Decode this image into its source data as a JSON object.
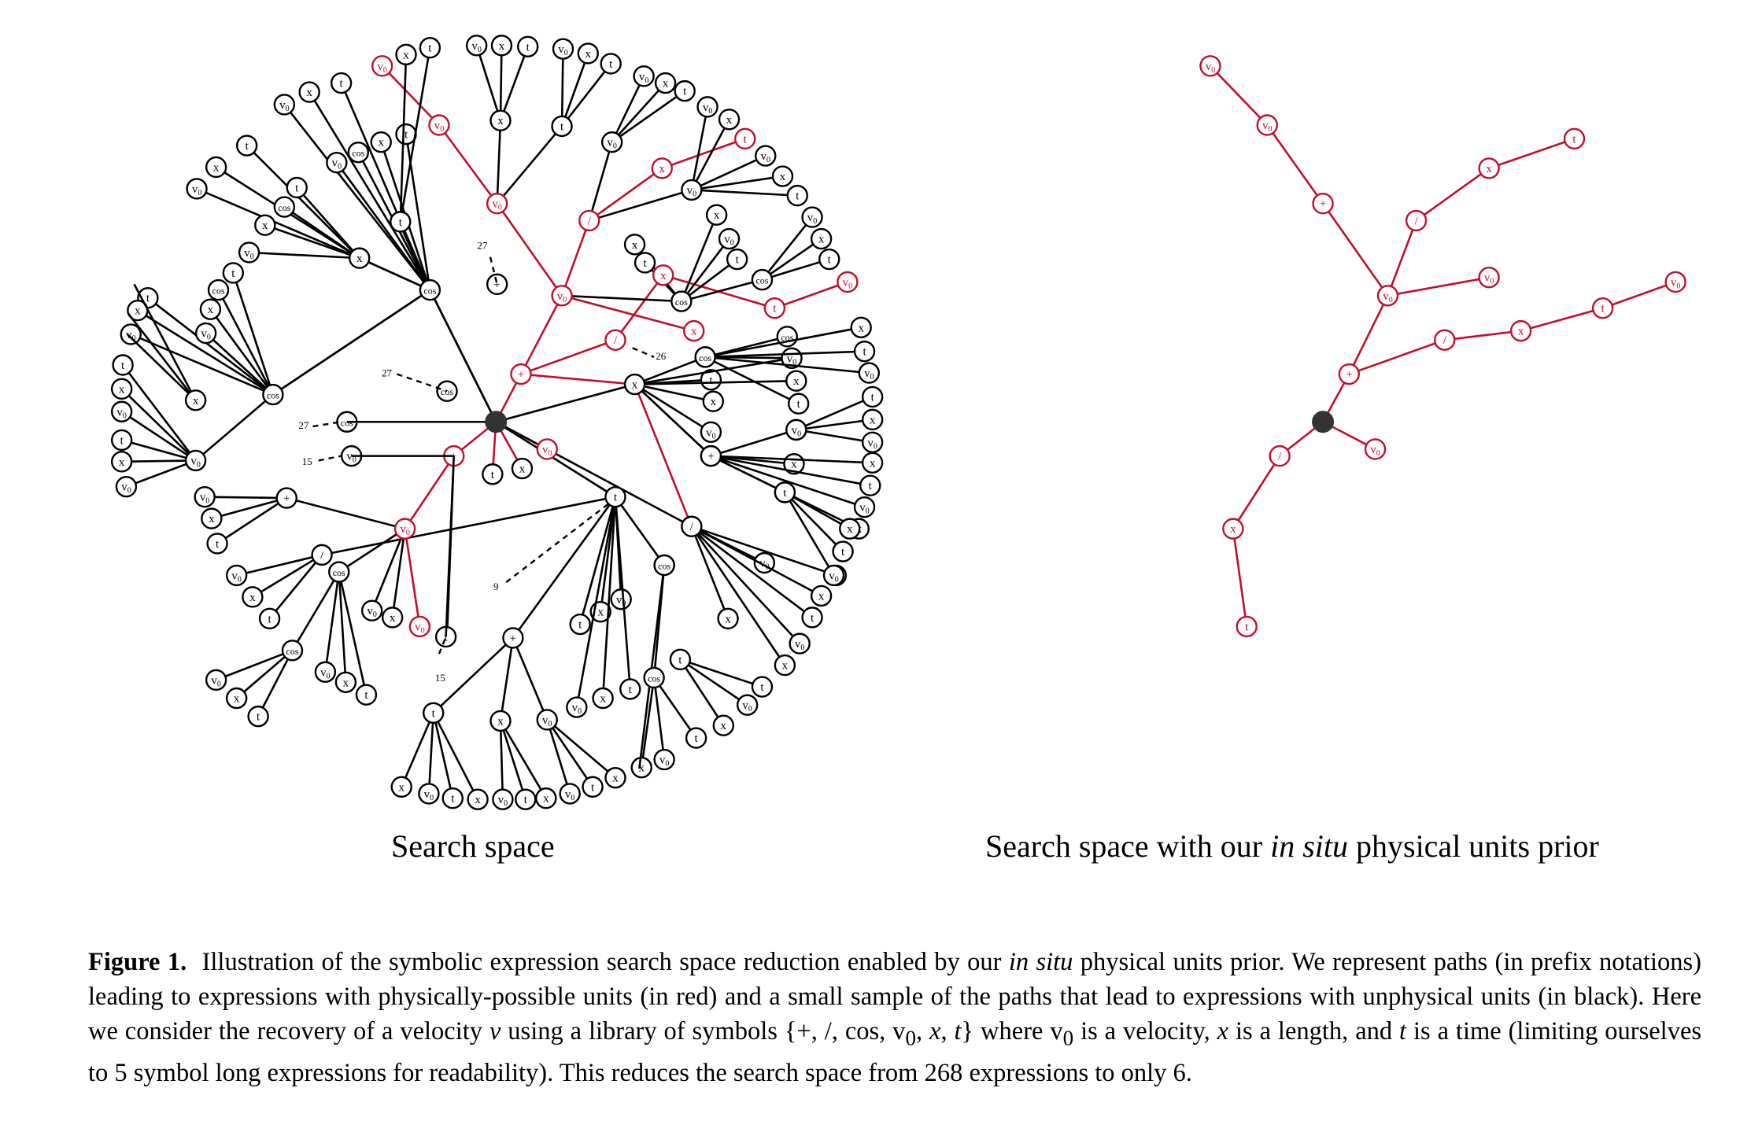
{
  "panels": {
    "left_title": "Search space",
    "right_title_pre": "Search space with our ",
    "right_title_em": "in situ",
    "right_title_post": " physical units prior"
  },
  "caption": {
    "label": "Figure 1.",
    "p1": "Illustration of the symbolic expression search space reduction enabled by our ",
    "em1": "in situ",
    "p2": " physical units prior. We represent paths (in prefix notations) leading to expressions with physically-possible units (in red) and a small sample of the paths that lead to expressions with unphysical units (in black). Here we consider the recovery of a velocity ",
    "m_v": "v",
    "p3": " using a library of symbols {+, /, cos, v",
    "sub0a": "0",
    "p4": ", ",
    "m_x": "x",
    "p5": ", ",
    "m_t": "t",
    "p6": "} where v",
    "sub0b": "0",
    "p7": " is a velocity, ",
    "m_x2": "x",
    "p8": " is a length, and ",
    "m_t2": "t",
    "p9": " is a time (limiting ourselves to 5 symbol long expressions for readability). This reduces the search space from 268 expressions to only 6."
  },
  "colors": {
    "physical": "#c0102a",
    "unphysical": "#000000",
    "root": "#333333"
  },
  "full_tree": {
    "root": "root",
    "nodes": [
      {
        "id": "L1",
        "label": "+",
        "red": true
      },
      {
        "id": "L2",
        "label": "v0",
        "red": true
      },
      {
        "id": "L3",
        "label": "x",
        "red": true
      },
      {
        "id": "L4",
        "label": "t",
        "red": true
      },
      {
        "id": "L5",
        "label": "/",
        "red": true
      },
      {
        "id": "L6",
        "label": "x",
        "red": true
      },
      {
        "id": "L7",
        "label": "/",
        "red": true
      },
      {
        "id": "L8",
        "label": "v0",
        "red": true
      },
      {
        "id": "L9",
        "label": "x",
        "red": true
      },
      {
        "id": "L10",
        "label": "t",
        "red": true
      },
      {
        "id": "L11",
        "label": "v0",
        "red": true
      },
      {
        "id": "L12",
        "label": "v0",
        "red": true
      },
      {
        "id": "L13",
        "label": "v0",
        "red": true
      },
      {
        "id": "L14",
        "label": "+",
        "red": true
      },
      {
        "id": "L15",
        "label": "v0",
        "red": true
      },
      {
        "id": "L16",
        "label": "v0",
        "red": true
      },
      {
        "id": "L17",
        "label": "v0",
        "red": true
      },
      {
        "id": "L18",
        "label": "x",
        "red": true
      },
      {
        "id": "L19",
        "label": "t",
        "red": true
      },
      {
        "id": "L20",
        "label": "/",
        "red": true
      },
      {
        "id": "L21",
        "label": "x",
        "red": true
      },
      {
        "id": "L22",
        "label": "t",
        "red": true
      },
      {
        "id": "L23",
        "label": "v0",
        "red": true
      },
      {
        "id": "L24",
        "label": "t",
        "red": false
      },
      {
        "id": "L25",
        "label": "x",
        "red": false
      },
      {
        "id": "L26",
        "label": "cos",
        "red": false
      },
      {
        "id": "L27",
        "label": "v0",
        "red": false
      },
      {
        "id": "L28",
        "label": "cos",
        "red": false
      },
      {
        "id": "L29",
        "label": "cos",
        "red": false
      },
      {
        "id": "L30",
        "label": "x",
        "red": false
      },
      {
        "id": "L31",
        "label": "/",
        "red": false
      },
      {
        "id": "L32",
        "label": "t",
        "red": false
      },
      {
        "id": "L33",
        "label": "+",
        "red": false
      },
      {
        "id": "L34",
        "label": "cos",
        "red": false
      },
      {
        "id": "L35",
        "label": "t",
        "red": false
      },
      {
        "id": "L36",
        "label": "x",
        "red": false
      },
      {
        "id": "L37",
        "label": "v0",
        "red": false
      },
      {
        "id": "L38",
        "label": "cos",
        "red": false
      },
      {
        "id": "L39",
        "label": "t",
        "red": false
      },
      {
        "id": "L40",
        "label": "+",
        "red": false
      },
      {
        "id": "L41",
        "label": "x",
        "red": false
      },
      {
        "id": "L42",
        "label": "v0",
        "red": false
      },
      {
        "id": "L43",
        "label": "x",
        "red": false
      },
      {
        "id": "L44",
        "label": "cos",
        "red": false
      },
      {
        "id": "L45",
        "label": "cos",
        "red": false
      },
      {
        "id": "L46",
        "label": "cos",
        "red": false
      },
      {
        "id": "L47",
        "label": "x",
        "red": false
      },
      {
        "id": "L48",
        "label": "/",
        "red": false
      },
      {
        "id": "L49",
        "label": "t",
        "red": false
      }
    ],
    "ellipsis_labels": [
      "27",
      "26",
      "27",
      "27",
      "15",
      "9",
      "15"
    ]
  },
  "reduced_tree": {
    "root": "root",
    "nodes": [
      {
        "id": "R1",
        "label": "+"
      },
      {
        "id": "R2",
        "label": "v0"
      },
      {
        "id": "R3",
        "label": "+"
      },
      {
        "id": "R4",
        "label": "v0"
      },
      {
        "id": "R5",
        "label": "v0"
      },
      {
        "id": "R6",
        "label": "/"
      },
      {
        "id": "R7",
        "label": "x"
      },
      {
        "id": "R8",
        "label": "t"
      },
      {
        "id": "R9",
        "label": "v0"
      },
      {
        "id": "R10",
        "label": "/"
      },
      {
        "id": "R11",
        "label": "x"
      },
      {
        "id": "R12",
        "label": "t"
      },
      {
        "id": "R13",
        "label": "v0"
      },
      {
        "id": "R14",
        "label": "/"
      },
      {
        "id": "R15",
        "label": "x"
      },
      {
        "id": "R16",
        "label": "t"
      },
      {
        "id": "R17",
        "label": "v0"
      }
    ]
  }
}
